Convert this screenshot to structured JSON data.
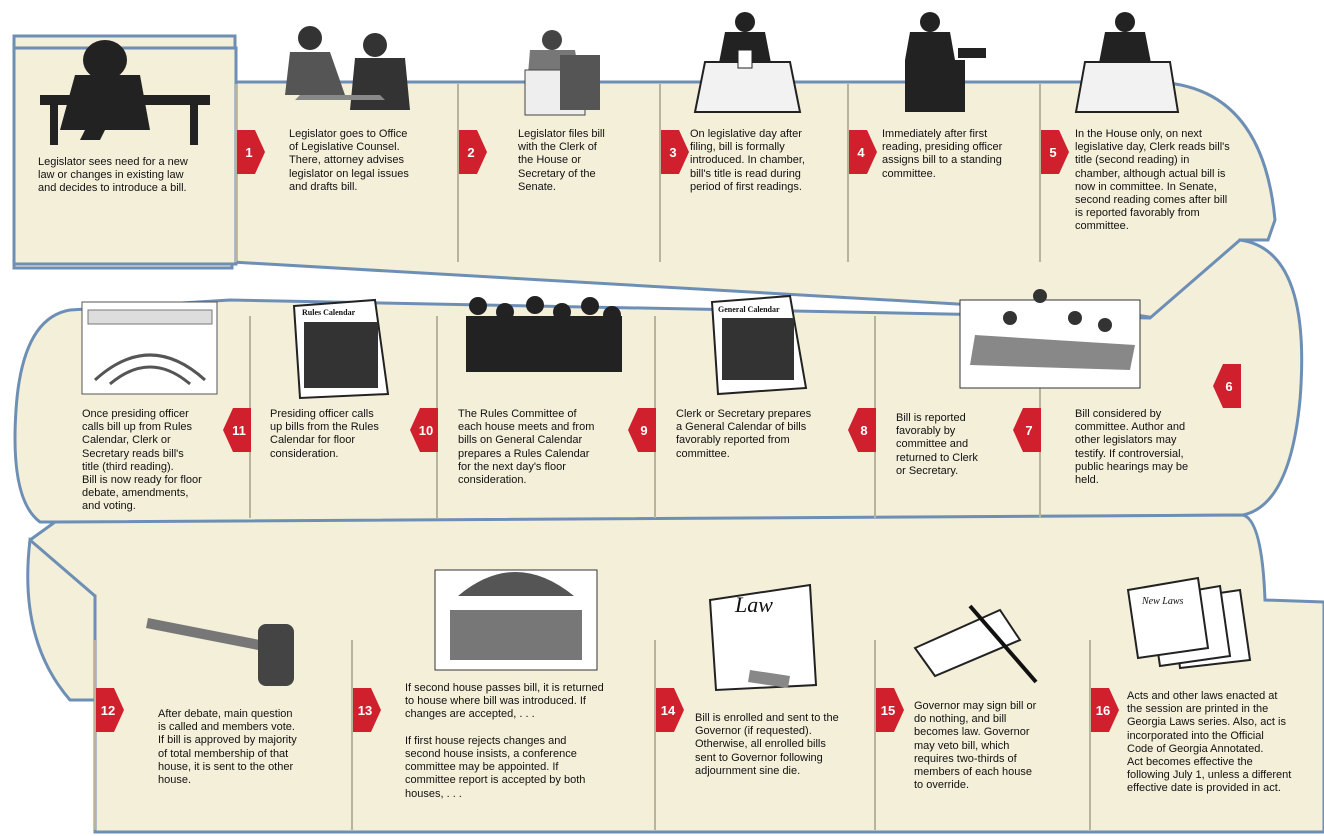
{
  "steps": [
    {
      "n": "",
      "text": "Legislator sees need for a new\nlaw or changes in existing law\nand decides to introduce a bill.",
      "icon": "legislator-thinking-icon"
    },
    {
      "n": "1",
      "text": "Legislator goes to Office\nof Legislative Counsel.\nThere, attorney advises\nlegislator on legal issues\nand drafts bill.",
      "icon": "legal-counsel-meeting-icon"
    },
    {
      "n": "2",
      "text": "Legislator files bill\nwith the Clerk of\nthe House or\nSecretary of the\nSenate.",
      "icon": "filing-bill-icon"
    },
    {
      "n": "3",
      "text": "On legislative day after\nfiling, bill is formally\nintroduced. In chamber,\nbill's title is read during\nperiod of first readings.",
      "icon": "chamber-podium-icon"
    },
    {
      "n": "4",
      "text": "Immediately after first\nreading, presiding officer\nassigns bill to a standing\ncommittee.",
      "icon": "presiding-officer-icon"
    },
    {
      "n": "5",
      "text": "In the House only, on next\nlegislative day, Clerk reads bill's\ntitle (second reading) in\nchamber, although actual bill is\nnow in committee. In Senate,\nsecond reading comes after bill\nis reported favorably from\ncommittee.",
      "icon": "clerk-podium-icon"
    },
    {
      "n": "6",
      "text": "Bill considered by\ncommittee. Author and\nother legislators may\ntestify. If controversial,\npublic hearings may be\nheld.",
      "icon": "committee-hearing-icon"
    },
    {
      "n": "7",
      "text": "Bill is reported\nfavorably by\ncommittee and\nreturned to Clerk\nor Secretary.",
      "icon": ""
    },
    {
      "n": "8",
      "text": "Clerk or Secretary prepares\na General Calendar of bills\nfavorably reported from\ncommittee.",
      "icon": "general-calendar-icon"
    },
    {
      "n": "9",
      "text": "The Rules Committee of\neach house meets and from\nbills on General Calendar\nprepares a Rules Calendar\nfor the next day's floor\nconsideration.",
      "icon": "rules-committee-icon"
    },
    {
      "n": "10",
      "text": "Presiding officer calls\nup bills from the Rules\nCalendar for floor\nconsideration.",
      "icon": "rules-calendar-icon"
    },
    {
      "n": "11",
      "text": "Once presiding officer\ncalls bill up from Rules\nCalendar, Clerk or\nSecretary reads bill's\ntitle (third reading).\nBill is now ready for floor\ndebate, amendments,\nand voting.",
      "icon": "chamber-floor-icon"
    },
    {
      "n": "12",
      "text": "After debate, main question\nis called and members vote.\nIf bill is approved by majority\nof total membership of that\nhouse, it is sent to the other\nhouse.",
      "icon": "gavel-icon"
    },
    {
      "n": "13",
      "text": "If second house  passes bill, it is returned\nto house where bill was introduced. If\nchanges are accepted, . . .\n\nIf first house rejects changes and\nsecond house insists, a conference\ncommittee may be appointed. If\ncommittee report is accepted by both\nhouses, . . .",
      "icon": "capitol-building-icon"
    },
    {
      "n": "14",
      "text": "Bill is enrolled and sent to the\nGovernor (if requested).\nOtherwise, all enrolled bills\nsent to Governor following\nadjournment sine die.",
      "icon": "law-scroll-icon"
    },
    {
      "n": "15",
      "text": "Governor may sign bill or\ndo nothing, and bill\nbecomes law. Governor\nmay veto bill, which\nrequires two-thirds of\nmembers of each house\nto override.",
      "icon": "signing-pen-icon"
    },
    {
      "n": "16",
      "text": "Acts and other laws enacted at\nthe session are printed in the\nGeorgia Laws series. Also, act is\nincorporated into the Official\nCode of Georgia Annotated.\nAct becomes effective the\nfollowing July 1, unless a different\neffective date is provided in act.",
      "icon": "new-laws-pages-icon"
    }
  ],
  "labels": {
    "rules_calendar": "Rules Calendar",
    "general_calendar": "General Calendar",
    "law": "Law",
    "new_laws": "New Laws"
  },
  "colors": {
    "band": "#f4efd9",
    "band_edge": "#6d8fb5",
    "divider": "#b9b39c",
    "marker": "#d01f2d"
  }
}
